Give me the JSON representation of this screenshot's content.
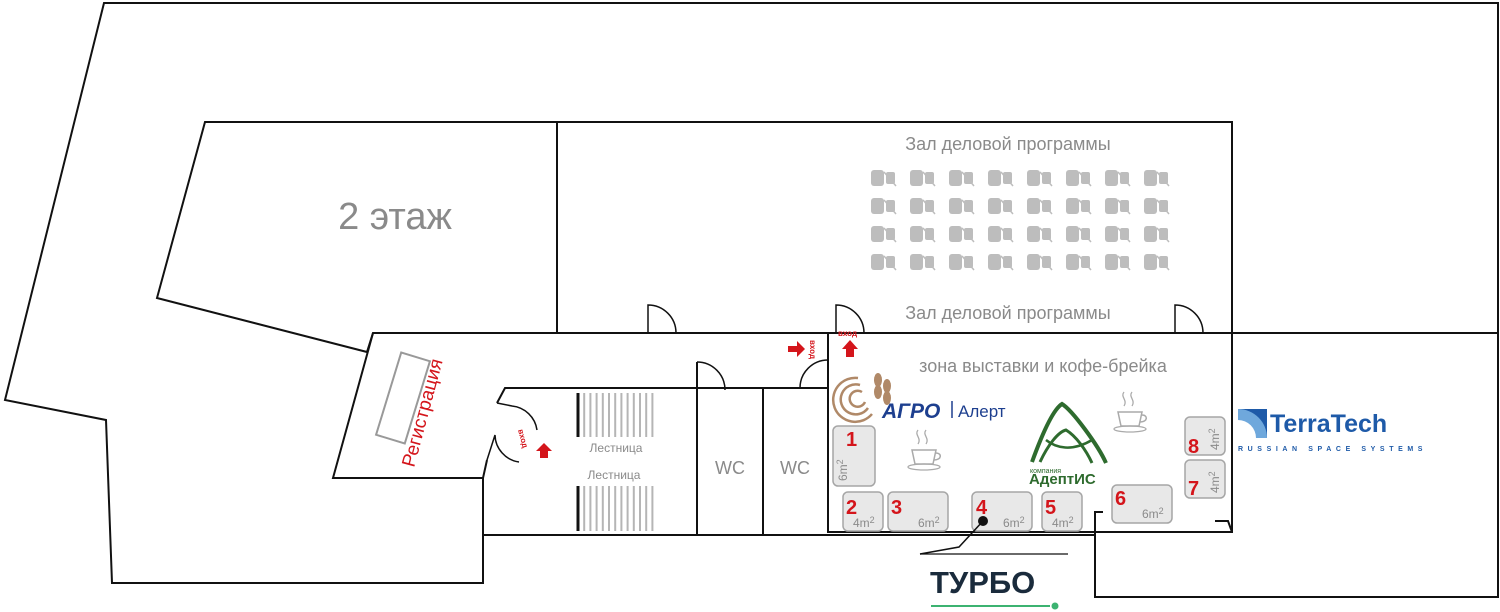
{
  "floor_label": "2 этаж",
  "rooms": {
    "hall_top": "Зал деловой программы",
    "hall_bottom": "Зал деловой программы",
    "expo_zone": "зона выставки и кофе-брейка",
    "registration": "Регистрация",
    "stairs_1": "Лестница",
    "stairs_2": "Лестница",
    "wc_1": "WC",
    "wc_2": "WC"
  },
  "entrances": {
    "entrance_1": "вход",
    "entrance_2": "вход",
    "entrance_3": "вход"
  },
  "booths": [
    {
      "number": "1",
      "area": "6m",
      "sup": "2"
    },
    {
      "number": "2",
      "area": "4m",
      "sup": "2"
    },
    {
      "number": "3",
      "area": "6m",
      "sup": "2"
    },
    {
      "number": "4",
      "area": "6m",
      "sup": "2"
    },
    {
      "number": "5",
      "area": "4m",
      "sup": "2"
    },
    {
      "number": "6",
      "area": "6m",
      "sup": "2"
    },
    {
      "number": "7",
      "area": "4m",
      "sup": "2"
    },
    {
      "number": "8",
      "area": "4m",
      "sup": "2"
    }
  ],
  "logos": {
    "agro_bold": "АГРО",
    "agro_light": "Алерт",
    "adeptis_small": "компания",
    "adeptis_main": "АдептИС",
    "terratech_main": "TerraTech",
    "terratech_sub": "RUSSIAN SPACE SYSTEMS",
    "turbo": "ТУРБО"
  },
  "colors": {
    "accent_red": "#d4151b",
    "wall": "#111111",
    "label_gray": "#8a8a8a",
    "booth_fill": "#e8e8e8",
    "agro_blue": "#1d3f8f",
    "agro_brown": "#b08968",
    "adeptis_green": "#2e6b2e",
    "terratech_blue": "#1e5aa8",
    "turbo_dark": "#1a2b3c",
    "turbo_green": "#3cb371"
  },
  "icons": [
    "chair-icon",
    "coffee-cup-icon",
    "arrow-icon",
    "wheat-icon",
    "mountain-logo-icon"
  ]
}
